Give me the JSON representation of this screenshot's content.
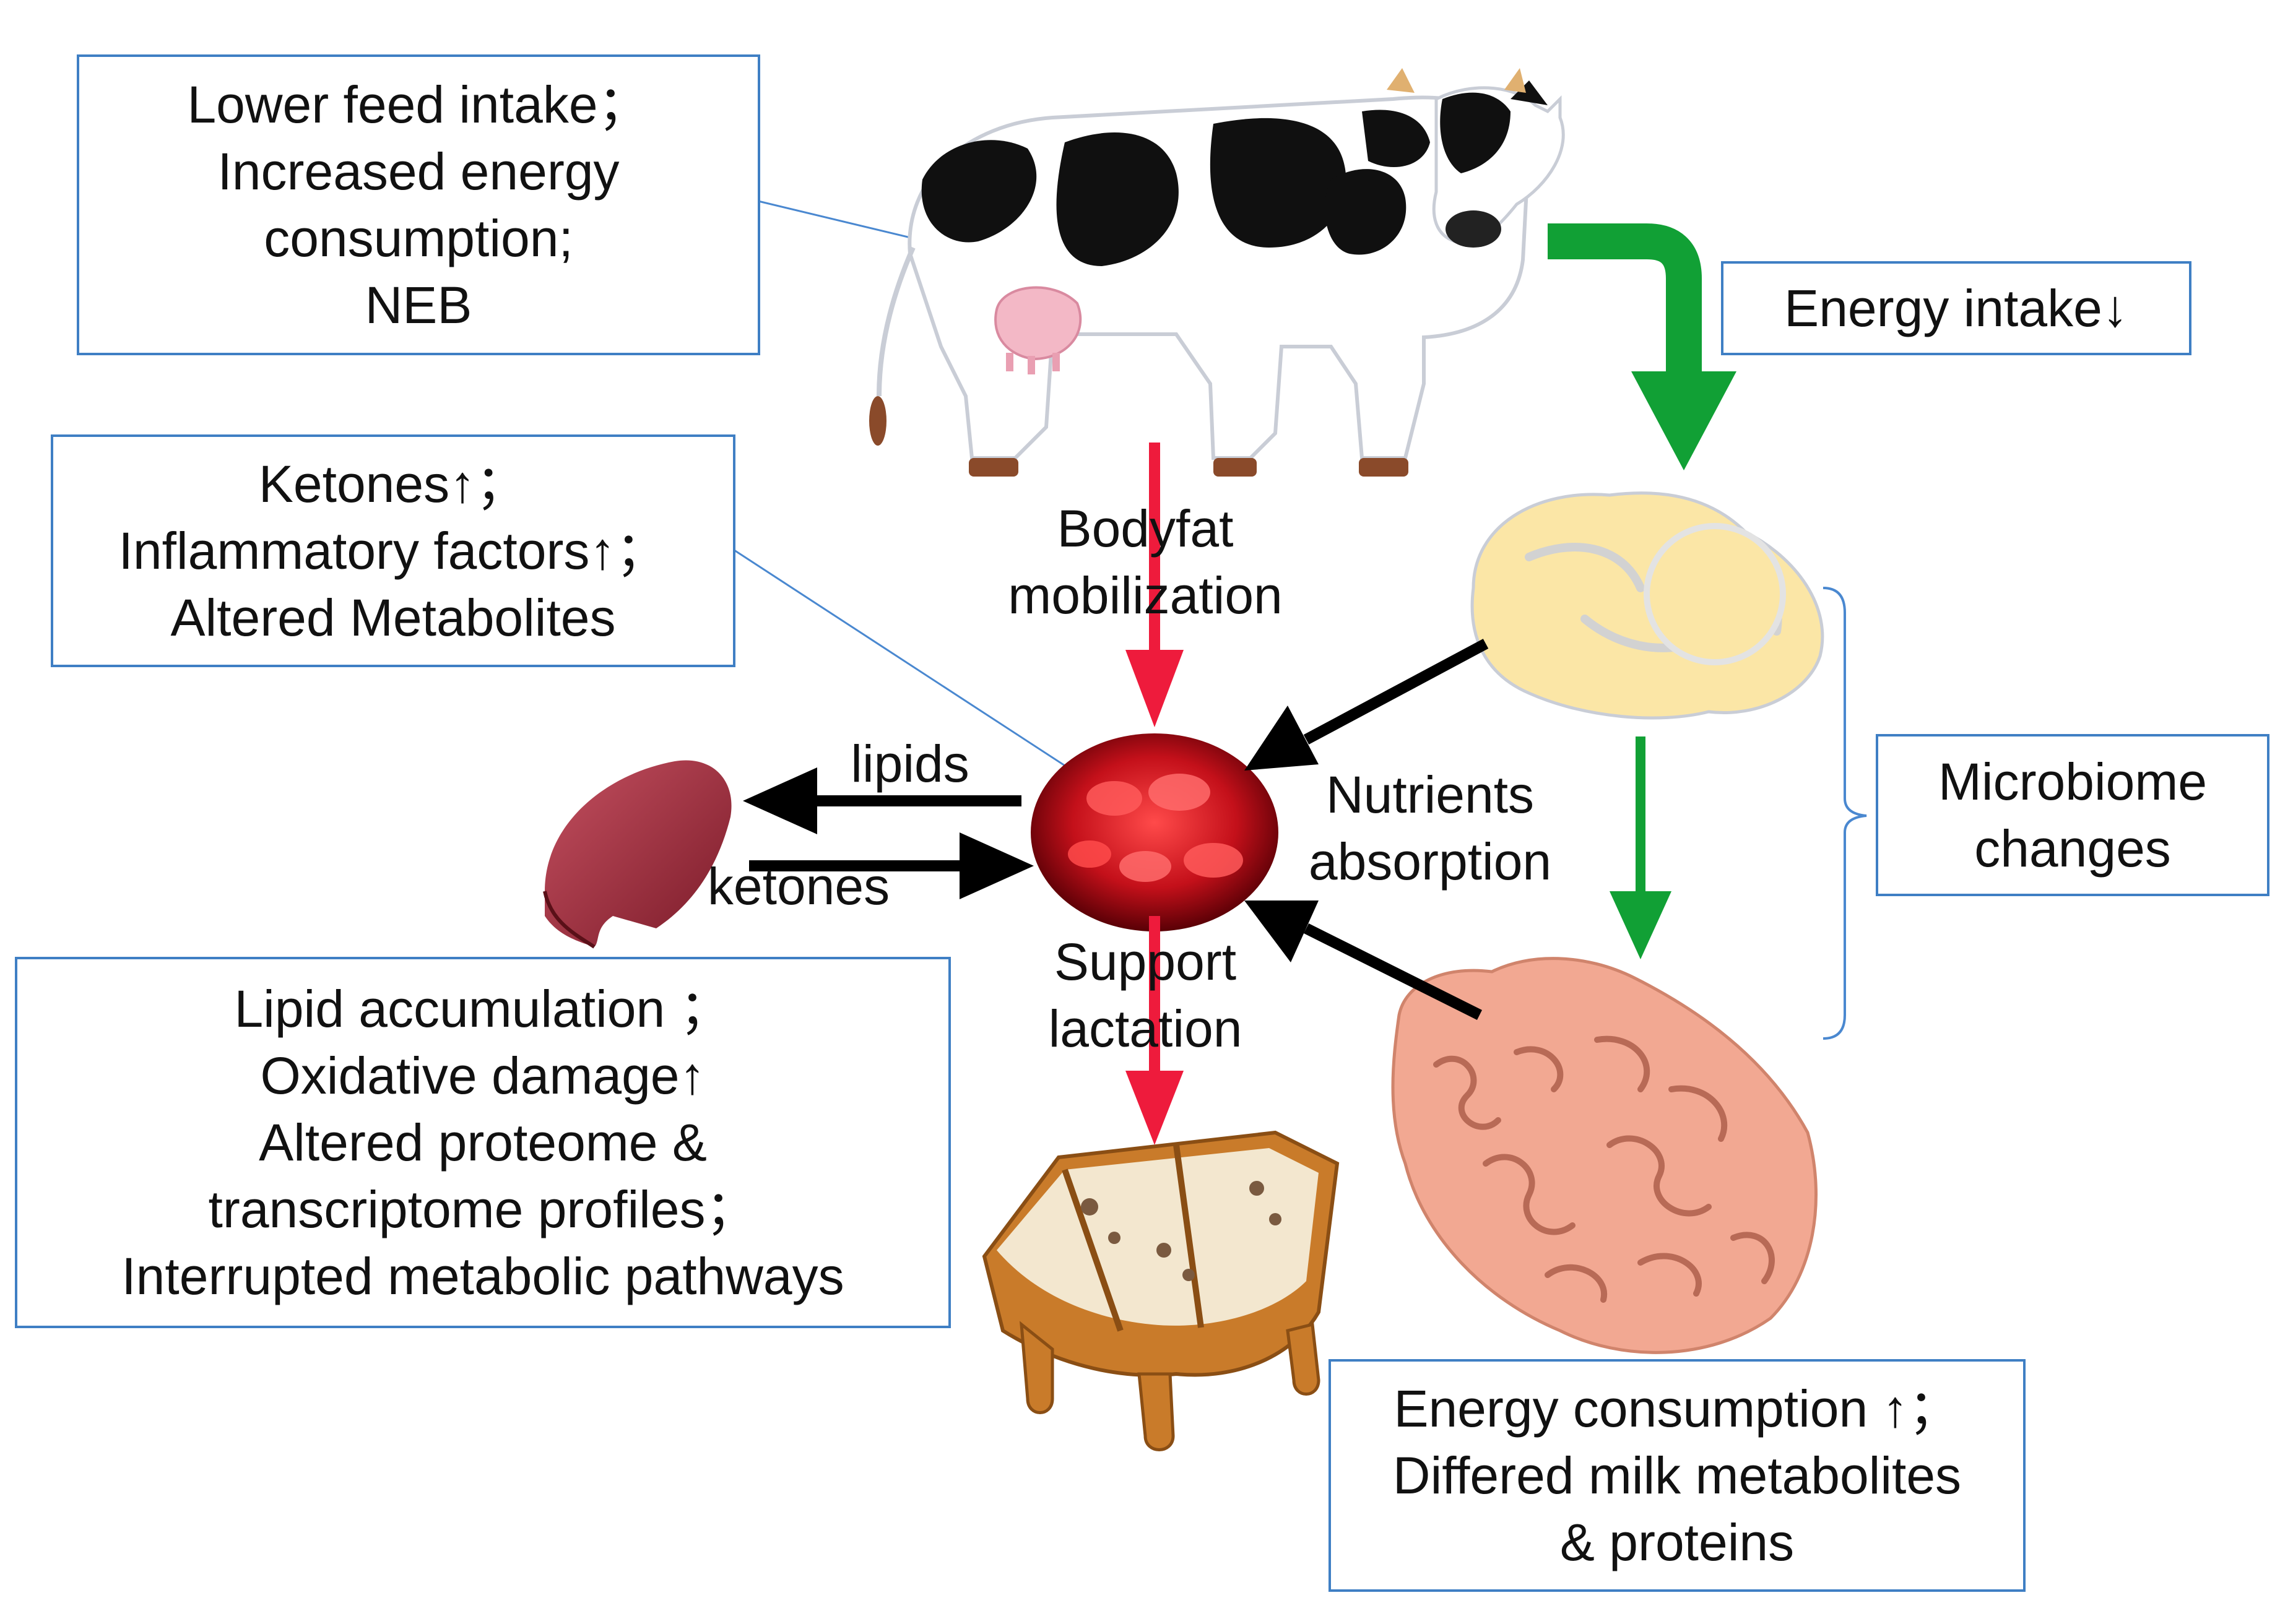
{
  "boxes": {
    "cow_effects": [
      "Lower feed intake；",
      "Increased energy",
      "consumption;",
      "NEB"
    ],
    "energy_intake": [
      "Energy intake↓"
    ],
    "blood_changes": [
      "Ketones↑；",
      "Inflammatory factors↑；",
      "Altered Metabolites"
    ],
    "microbiome": [
      "Microbiome",
      "changes"
    ],
    "liver_changes": [
      "Lipid accumulation ；",
      "Oxidative damage↑",
      "Altered proteome &",
      "transcriptome profiles；",
      "Interrupted metabolic pathways"
    ],
    "mammary_changes": [
      "Energy consumption ↑；",
      "Differed milk metabolites",
      "& proteins"
    ]
  },
  "labels": {
    "bodyfat": [
      "Bodyfat",
      "mobilization"
    ],
    "lipids": "lipids",
    "ketones": "ketones",
    "nutrients": [
      "Nutrients",
      "absorption"
    ],
    "support": [
      "Support",
      "lactation"
    ]
  },
  "colors": {
    "box_border": "#3f7fc4",
    "red_arrow": "#ee1b3c",
    "green_arrow": "#11a035",
    "black_arrow": "#000000",
    "connector": "#4a88d0"
  },
  "icons": [
    "cow-icon",
    "rumen-icon",
    "intestine-icon",
    "blood-icon",
    "liver-icon",
    "udder-icon"
  ]
}
